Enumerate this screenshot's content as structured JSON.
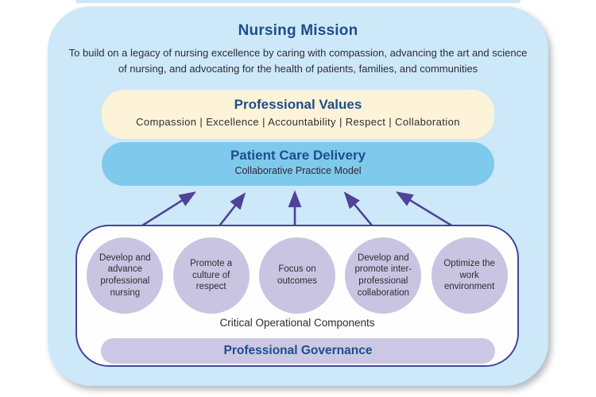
{
  "header": {
    "title": "Nursing Mission",
    "mission_statement": "To build on a legacy of nursing excellence by caring with compassion, advancing the art and science of nursing, and advocating for the health of patients, families, and communities"
  },
  "values_box": {
    "title": "Professional Values",
    "values_line": "Compassion  |  Excellence  |  Accountability  |  Respect  |  Collaboration"
  },
  "delivery_box": {
    "title": "Patient Care Delivery",
    "subtitle": "Collaborative Practice Model"
  },
  "operational_panel": {
    "circles": [
      {
        "label": "Develop and advance professional nursing"
      },
      {
        "label": "Promote a culture of respect"
      },
      {
        "label": "Focus on outcomes"
      },
      {
        "label": "Develop and promote inter-professional collaboration"
      },
      {
        "label": "Optimize the work environment"
      }
    ],
    "caption": "Critical Operational Components",
    "governance_label": "Professional Governance"
  },
  "colors": {
    "outer_background": "#cde8f8",
    "values_background": "#fcf3d9",
    "delivery_background": "#7fc9ec",
    "circle_background": "#c9c4e1",
    "governance_background": "#ccc7e4",
    "panel_border": "#45459a",
    "arrow": "#4f4298",
    "heading_text": "#1d4e8a",
    "body_text": "#2d2d33"
  }
}
